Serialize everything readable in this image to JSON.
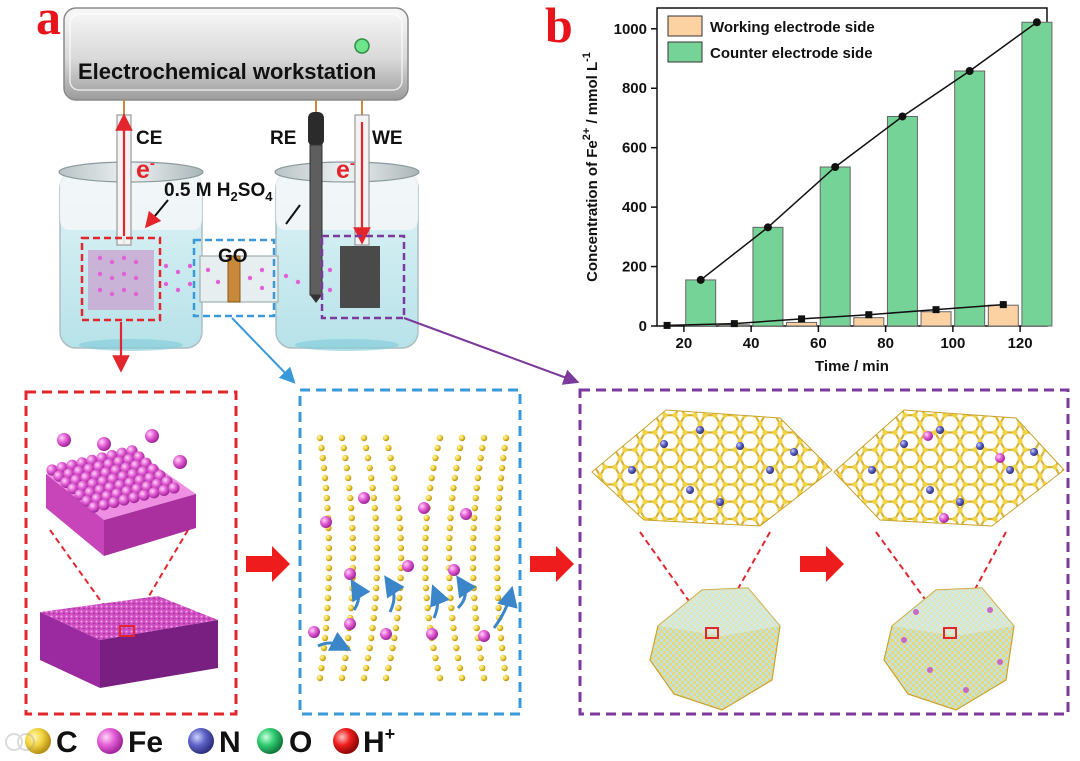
{
  "panel_a": {
    "letter": "a",
    "workstation_label": "Electrochemical workstation",
    "ce_label": "CE",
    "re_label": "RE",
    "we_label": "WE",
    "electron_label": "e",
    "electron_sup": "-",
    "electrolyte": {
      "prefix": "0.5 M H",
      "sub1": "2",
      "mid": "SO",
      "sub2": "4"
    },
    "membrane_label": "GO"
  },
  "panel_b": {
    "letter": "b"
  },
  "legend_atoms": [
    {
      "label": "C",
      "color": "#f2d540"
    },
    {
      "label": "Fe",
      "color": "#e45fd6"
    },
    {
      "label": "N",
      "color": "#5e63c7"
    },
    {
      "label": "O",
      "color": "#2ecc71"
    },
    {
      "label": "H",
      "sup": "+",
      "color": "#ee1c1c"
    }
  ],
  "colors": {
    "red_dash": "#e3262e",
    "blue_dash": "#3a9ad9",
    "purple_dash": "#7c3a9c",
    "fe_pink": "#e45fd6",
    "carbon_gold": "#e0b93c",
    "bar_working": "#fcd2a3",
    "bar_counter": "#76d397"
  },
  "chart_data": {
    "type": "bar",
    "xlabel": "Time / min",
    "ylabel_prefix": "Concentration of Fe",
    "ylabel_sup": "2+",
    "ylabel_suffix": " / mmol L",
    "ylabel_sup2": "-1",
    "x_ticks": [
      20,
      40,
      60,
      80,
      100,
      120
    ],
    "y_ticks": [
      0,
      200,
      400,
      600,
      800,
      1000
    ],
    "xlim": [
      12,
      128
    ],
    "ylim": [
      0,
      1070
    ],
    "legend_position": "top-left",
    "series": [
      {
        "name": "Working electrode side",
        "color": "#fcd2a3",
        "x": [
          15,
          35,
          55,
          75,
          95,
          115
        ],
        "bar_values": [
          0,
          4,
          12,
          28,
          48,
          70
        ],
        "point_x": [
          15,
          35,
          55,
          75,
          95,
          115
        ],
        "point_values": [
          2,
          8,
          24,
          38,
          55,
          72
        ]
      },
      {
        "name": "Counter electrode side",
        "color": "#76d397",
        "x": [
          25,
          45,
          65,
          85,
          105,
          125
        ],
        "bar_values": [
          155,
          332,
          535,
          705,
          858,
          1022
        ],
        "point_x": [
          25,
          45,
          65,
          85,
          105,
          125
        ],
        "point_values": [
          155,
          332,
          535,
          705,
          858,
          1022
        ]
      }
    ]
  }
}
